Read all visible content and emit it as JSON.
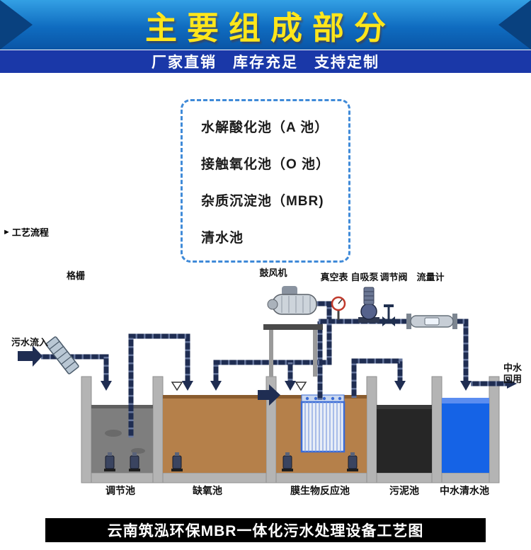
{
  "header": {
    "title": "主要组成部分",
    "subtitle": "厂家直销　库存充足　支持定制"
  },
  "components": {
    "items": [
      "水解酸化池（A 池）",
      "接触氧化池（O 池）",
      "杂质沉淀池（MBR)",
      "清水池"
    ]
  },
  "process_section": {
    "bullet": "►",
    "label": "工艺流程"
  },
  "diagram": {
    "labels": {
      "grid": "格栅",
      "blower": "鼓风机",
      "vacuum_gauge": "真空表",
      "self_priming_pump": "自吸泵",
      "regulating_valve": "调节阀",
      "flow_meter": "流量计",
      "inflow": "污水流入",
      "reuse_line1": "中水",
      "reuse_line2": "回用",
      "tank_1": "调节池",
      "tank_2": "缺氧池",
      "tank_3": "膜生物反应池",
      "tank_4": "污泥池",
      "tank_5": "中水清水池"
    }
  },
  "footer": {
    "caption": "云南筑泓环保MBR一体化污水处理设备工艺图"
  },
  "colors": {
    "banner_blue": "#0f6cc0",
    "subbar_blue": "#1a38a8",
    "title_yellow": "#ffe61a",
    "pipe_navy": "#1f2d52",
    "anoxic_tan": "#b5804a",
    "clearwater_blue": "#1563e6",
    "sludge_black": "#262626",
    "footer_black": "#000000"
  }
}
